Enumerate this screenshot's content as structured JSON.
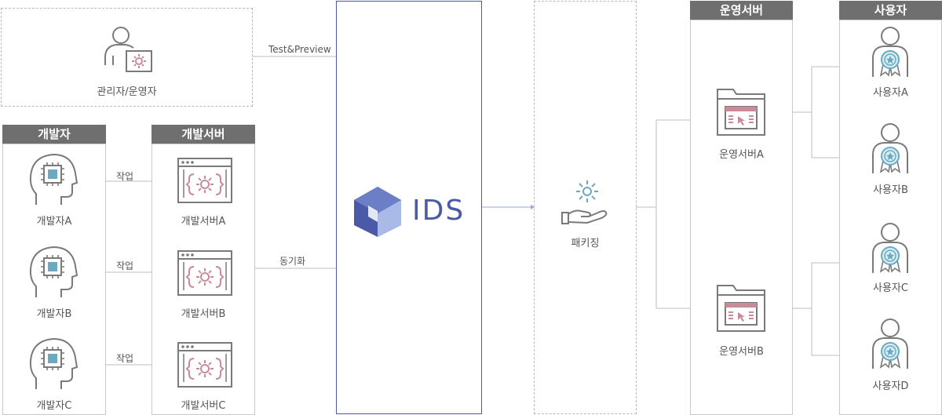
{
  "colors": {
    "header_bg": "#6f6f6f",
    "ids_border": "#4a5aa8",
    "ids_logo_dark": "#4a5aa8",
    "ids_logo_light": "#8fa3dd",
    "accent_teal": "#6aa9bf",
    "accent_pink": "#c98a9a",
    "icon_stroke": "#7a7a7a"
  },
  "admin": {
    "label": "관리자/운영자",
    "icon": "admin-user-gear-icon"
  },
  "edges": {
    "test_preview": "Test&Preview",
    "work_a": "작업",
    "work_b": "작업",
    "work_c": "작업",
    "sync": "동기화"
  },
  "developers": {
    "header": "개발자",
    "items": [
      "개발자A",
      "개발자B",
      "개발자C"
    ],
    "icon": "developer-head-chip-icon"
  },
  "dev_servers": {
    "header": "개발서버",
    "items": [
      "개발서버A",
      "개발서버B",
      "개발서버C"
    ],
    "icon": "code-window-gear-icon"
  },
  "ids": {
    "logo_text": "IDS"
  },
  "packaging": {
    "label": "패키징",
    "icon": "hand-gear-icon"
  },
  "ops_servers": {
    "header": "운영서버",
    "items": [
      "운영서버A",
      "운영서버B"
    ],
    "icon": "folder-window-icon"
  },
  "users": {
    "header": "사용자",
    "items": [
      "사용자A",
      "사용자B",
      "사용자C",
      "사용자D"
    ],
    "icon": "user-badge-icon"
  }
}
